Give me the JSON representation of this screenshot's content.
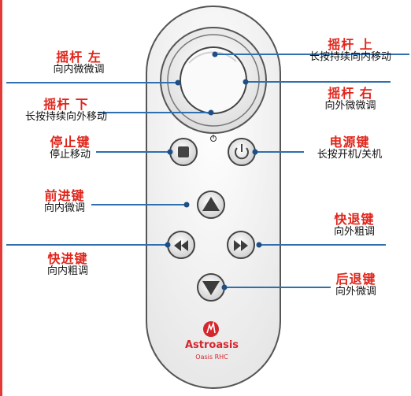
{
  "labels": {
    "stick_left": {
      "title": "摇杆  左",
      "desc": "向内微微调"
    },
    "stick_up": {
      "title": "摇杆  上",
      "desc": "长按持续向内移动"
    },
    "stick_right": {
      "title": "摇杆  右",
      "desc": "向外微微调"
    },
    "stick_down": {
      "title": "摇杆  下",
      "desc": "长按持续向外移动"
    },
    "stop": {
      "title": "停止键",
      "desc": "停止移动"
    },
    "power": {
      "title": "电源键",
      "desc": "长按开机/关机"
    },
    "forward": {
      "title": "前进键",
      "desc": "向内微调"
    },
    "fast_back": {
      "title": "快退键",
      "desc": "向外粗调"
    },
    "fast_forward": {
      "title": "快进键",
      "desc": "向内粗调"
    },
    "back": {
      "title": "后退键",
      "desc": "向外微调"
    }
  },
  "brand": {
    "name": "Astroasis",
    "model": "Oasis RHC"
  },
  "colors": {
    "accent": "#e0251b",
    "leader": "#2f6fad",
    "body": "#f4f4f4"
  }
}
